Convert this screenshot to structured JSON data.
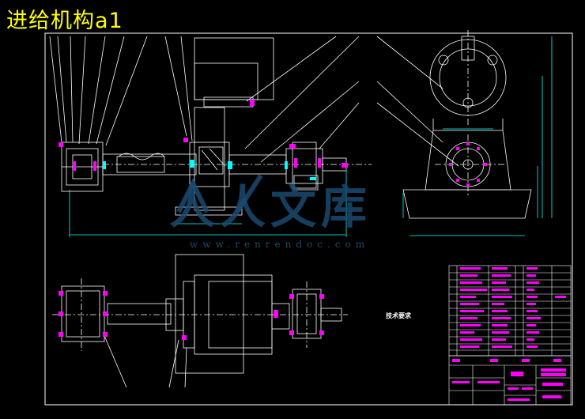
{
  "drawing": {
    "title": "进给机构a1",
    "watermark_cn": "人人文库",
    "watermark_url": "www.renrendoc.com",
    "tech_requirements_label": "技术要求"
  },
  "colors": {
    "background": "#000000",
    "line": "#ffffff",
    "title": "#ffff00",
    "dimension": "#00ffff",
    "highlight": "#ff00ff",
    "table_text": "#ff00ff",
    "table_border": "#ffffff",
    "watermark": "#1b4a70"
  }
}
